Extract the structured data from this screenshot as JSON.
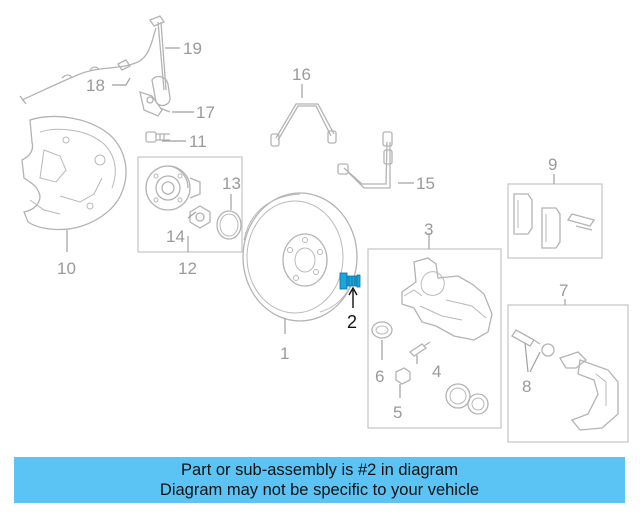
{
  "callouts": {
    "c1": "1",
    "c2": "2",
    "c3": "3",
    "c4": "4",
    "c5": "5",
    "c6": "6",
    "c7": "7",
    "c8": "8",
    "c9": "9",
    "c10": "10",
    "c11": "11",
    "c12": "12",
    "c13": "13",
    "c14": "14",
    "c15": "15",
    "c16": "16",
    "c17": "17",
    "c18": "18",
    "c19": "19"
  },
  "highlight": {
    "part": "2",
    "color": "#1aa6e0"
  },
  "banner": {
    "line1": "Part or sub-assembly is #2 in diagram",
    "line2": "Diagram may not be specific to your vehicle",
    "color": "#5bc4f5"
  }
}
